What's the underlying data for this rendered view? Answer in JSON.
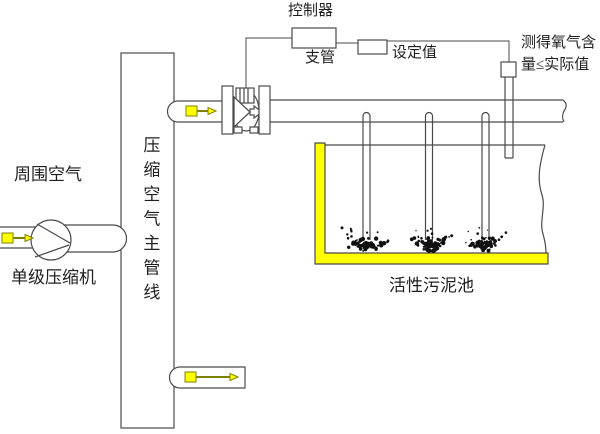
{
  "diagram": {
    "labels": {
      "controller": "控制器",
      "branch_pipe": "支管",
      "setpoint": "设定值",
      "sensor_note": "测得氧气含\n量≤实际值",
      "ambient_air": "周围空气",
      "compressor": "单级压缩机",
      "main_line_vertical": "压缩空气主管线",
      "tank": "活性污泥池"
    },
    "colors": {
      "line": "#4a4a4a",
      "text": "#1f1f1f",
      "tank": "#ffff00",
      "arrow-fill": "#ffff00",
      "arrow-stroke": "#808000",
      "background": "#ffffff"
    }
  }
}
